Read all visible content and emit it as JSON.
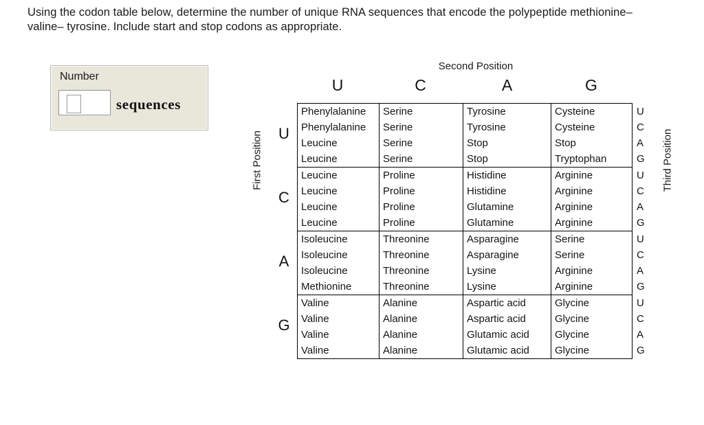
{
  "question": {
    "text": "Using the codon table below, determine the number of unique RNA sequences that encode the polypeptide methionine– valine– tyrosine. Include start and stop codons as appropriate."
  },
  "answer_panel": {
    "label": "Number",
    "input_value": "",
    "input_placeholder": "",
    "units": "sequences",
    "background_color": "#e9e6da",
    "border_color": "#b8b6ac"
  },
  "codon_table": {
    "second_position_label": "Second Position",
    "first_position_label": "First Position",
    "third_position_label": "Third Position",
    "column_headers": [
      "U",
      "C",
      "A",
      "G"
    ],
    "row_labels": [
      "U",
      "C",
      "A",
      "G"
    ],
    "third_position_letters": [
      "U",
      "C",
      "A",
      "G"
    ],
    "blocks": [
      {
        "first": "U",
        "rows": [
          {
            "third": "U",
            "cells": [
              "Phenylalanine",
              "Serine",
              "Tyrosine",
              "Cysteine"
            ]
          },
          {
            "third": "C",
            "cells": [
              "Phenylalanine",
              "Serine",
              "Tyrosine",
              "Cysteine"
            ]
          },
          {
            "third": "A",
            "cells": [
              "Leucine",
              "Serine",
              "Stop",
              "Stop"
            ]
          },
          {
            "third": "G",
            "cells": [
              "Leucine",
              "Serine",
              "Stop",
              "Tryptophan"
            ]
          }
        ]
      },
      {
        "first": "C",
        "rows": [
          {
            "third": "U",
            "cells": [
              "Leucine",
              "Proline",
              "Histidine",
              "Arginine"
            ]
          },
          {
            "third": "C",
            "cells": [
              "Leucine",
              "Proline",
              "Histidine",
              "Arginine"
            ]
          },
          {
            "third": "A",
            "cells": [
              "Leucine",
              "Proline",
              "Glutamine",
              "Arginine"
            ]
          },
          {
            "third": "G",
            "cells": [
              "Leucine",
              "Proline",
              "Glutamine",
              "Arginine"
            ]
          }
        ]
      },
      {
        "first": "A",
        "rows": [
          {
            "third": "U",
            "cells": [
              "Isoleucine",
              "Threonine",
              "Asparagine",
              "Serine"
            ]
          },
          {
            "third": "C",
            "cells": [
              "Isoleucine",
              "Threonine",
              "Asparagine",
              "Serine"
            ]
          },
          {
            "third": "A",
            "cells": [
              "Isoleucine",
              "Threonine",
              "Lysine",
              "Arginine"
            ]
          },
          {
            "third": "G",
            "cells": [
              "Methionine",
              "Threonine",
              "Lysine",
              "Arginine"
            ]
          }
        ]
      },
      {
        "first": "G",
        "rows": [
          {
            "third": "U",
            "cells": [
              "Valine",
              "Alanine",
              "Aspartic acid",
              "Glycine"
            ]
          },
          {
            "third": "C",
            "cells": [
              "Valine",
              "Alanine",
              "Aspartic acid",
              "Glycine"
            ]
          },
          {
            "third": "A",
            "cells": [
              "Valine",
              "Alanine",
              "Glutamic acid",
              "Glycine"
            ]
          },
          {
            "third": "G",
            "cells": [
              "Valine",
              "Alanine",
              "Glutamic acid",
              "Glycine"
            ]
          }
        ]
      }
    ]
  }
}
